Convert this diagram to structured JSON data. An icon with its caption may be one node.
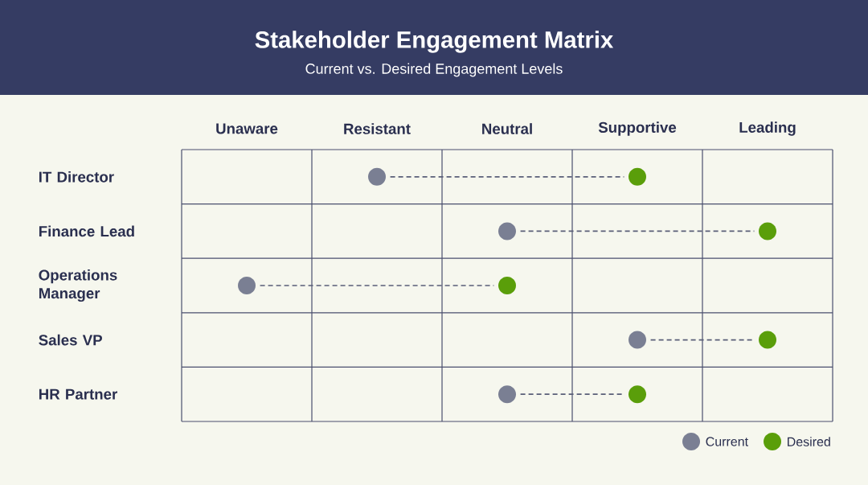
{
  "diagram": {
    "title": "Stakeholder Engagement Matrix",
    "nodes": [
      {
        "text": [],
        "shape": "circle"
      },
      {
        "text": [],
        "shape": "circle"
      },
      {
        "text": [],
        "shape": "circle"
      },
      {
        "text": [],
        "shape": "circle"
      },
      {
        "text": [],
        "shape": "circle"
      },
      {
        "text": [],
        "shape": "circle"
      },
      {
        "text": [],
        "shape": "circle"
      },
      {
        "text": [],
        "shape": "circle"
      },
      {
        "text": [],
        "shape": "circle"
      },
      {
        "text": [],
        "shape": "circle"
      }
    ],
    "edges": [
      {
        "from": 0,
        "to": 1,
        "arrow": "none",
        "style": "dashed"
      },
      {
        "from": 2,
        "to": 3,
        "arrow": "none",
        "style": "dashed"
      },
      {
        "from": 4,
        "to": 5,
        "arrow": "none",
        "style": "dashed"
      },
      {
        "from": 6,
        "to": 7,
        "arrow": "none",
        "style": "dashed"
      },
      {
        "from": 8,
        "to": 9,
        "arrow": "none",
        "style": "dashed"
      }
    ],
    "labels": [
      "Current vs. Desired Engagement Levels",
      "Unaware",
      "Resistant",
      "Neutral",
      "Supportive",
      "Leading",
      "IT Director",
      "Finance Lead",
      "Operations Manager",
      "Sales VP",
      "HR Partner"
    ],
    "legend": [
      {
        "text": "Current",
        "color": "#7a7f93"
      },
      {
        "text": "Desired",
        "color": "#5a9e0a"
      }
    ]
  }
}
